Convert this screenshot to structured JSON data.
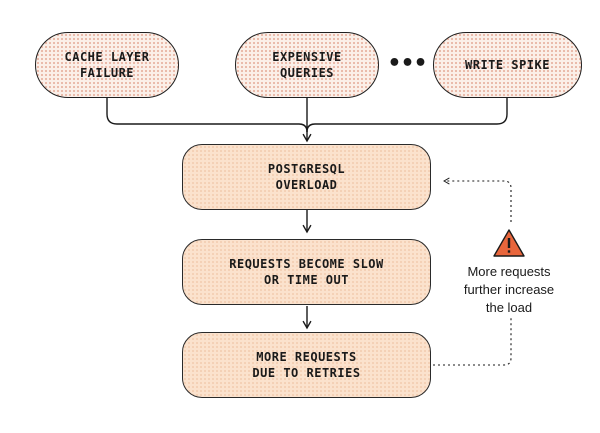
{
  "causes": [
    {
      "label": "CACHE LAYER\nFAILURE"
    },
    {
      "label": "EXPENSIVE\nQUERIES"
    },
    {
      "label": "WRITE SPIKE"
    }
  ],
  "more_causes_indicator": "•••",
  "stages": [
    {
      "label": "POSTGRESQL\nOVERLOAD"
    },
    {
      "label": "REQUESTS BECOME SLOW\nOR TIME OUT"
    },
    {
      "label": "MORE REQUESTS\nDUE TO RETRIES"
    }
  ],
  "feedback": {
    "icon": "warning-icon",
    "lines": [
      "More requests",
      "further increase",
      "the load"
    ]
  },
  "colors": {
    "cause_fill": "#fbefe8",
    "cause_dots": "#d6785c",
    "stage_fill": "#fbe2cd",
    "warning": "#e8663c",
    "line": "#1a1a1a"
  }
}
